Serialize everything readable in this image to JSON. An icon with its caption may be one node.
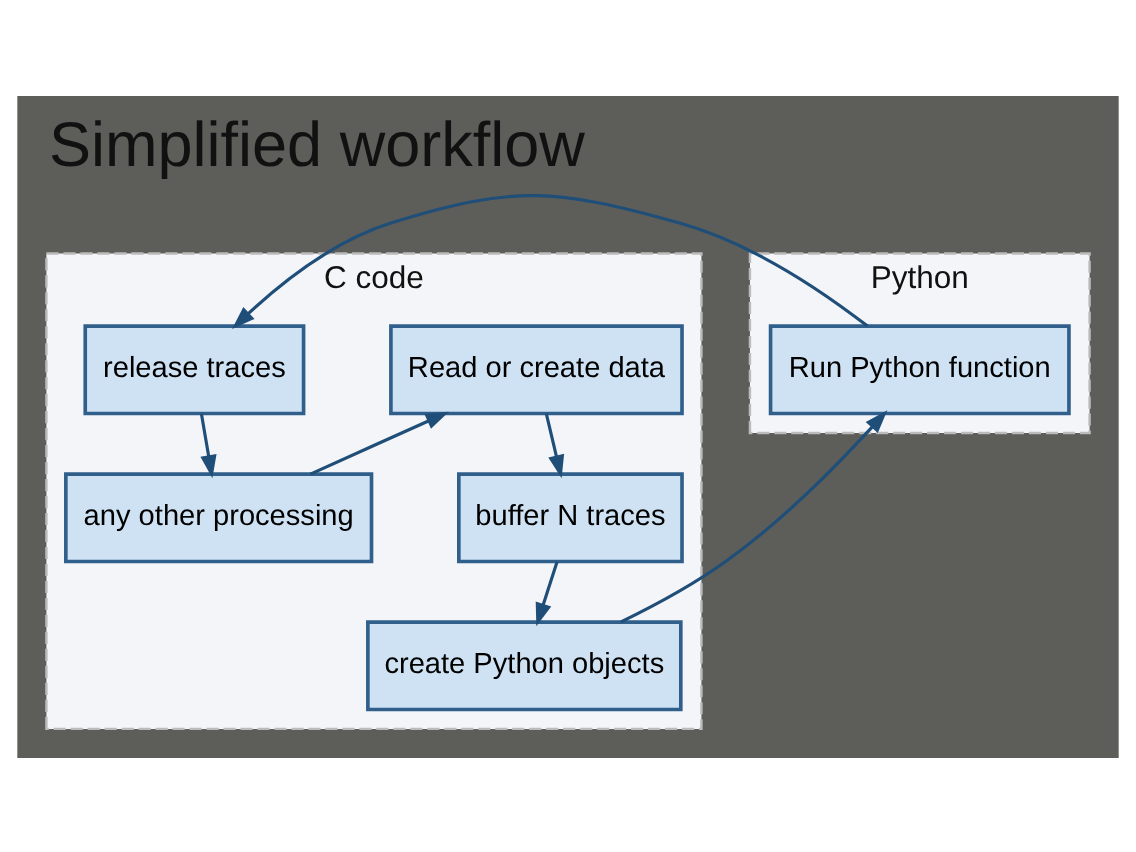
{
  "diagram": {
    "title": "Simplified workflow",
    "nodes": [
      {
        "text": [
          "C code"
        ]
      },
      {
        "text": [
          "Read or create data"
        ],
        "in": 0
      },
      {
        "text": [
          "buffer N traces"
        ],
        "in": 0
      },
      {
        "text": [
          "create Python objects"
        ],
        "in": 0
      },
      {
        "text": [
          "release traces"
        ],
        "in": 0
      },
      {
        "text": [
          "any other processing"
        ],
        "in": 0
      },
      {
        "text": [
          "Python"
        ]
      },
      {
        "text": [
          "Run Python function"
        ],
        "in": 6
      }
    ],
    "edges": [
      {
        "from": 1,
        "to": 2,
        "arrow": "to"
      },
      {
        "from": 2,
        "to": 3,
        "arrow": "to"
      },
      {
        "from": 3,
        "to": 7,
        "arrow": "to"
      },
      {
        "from": 7,
        "to": 4,
        "arrow": "to"
      },
      {
        "from": 4,
        "to": 5,
        "arrow": "to"
      },
      {
        "from": 5,
        "to": 1,
        "arrow": "to"
      }
    ]
  }
}
